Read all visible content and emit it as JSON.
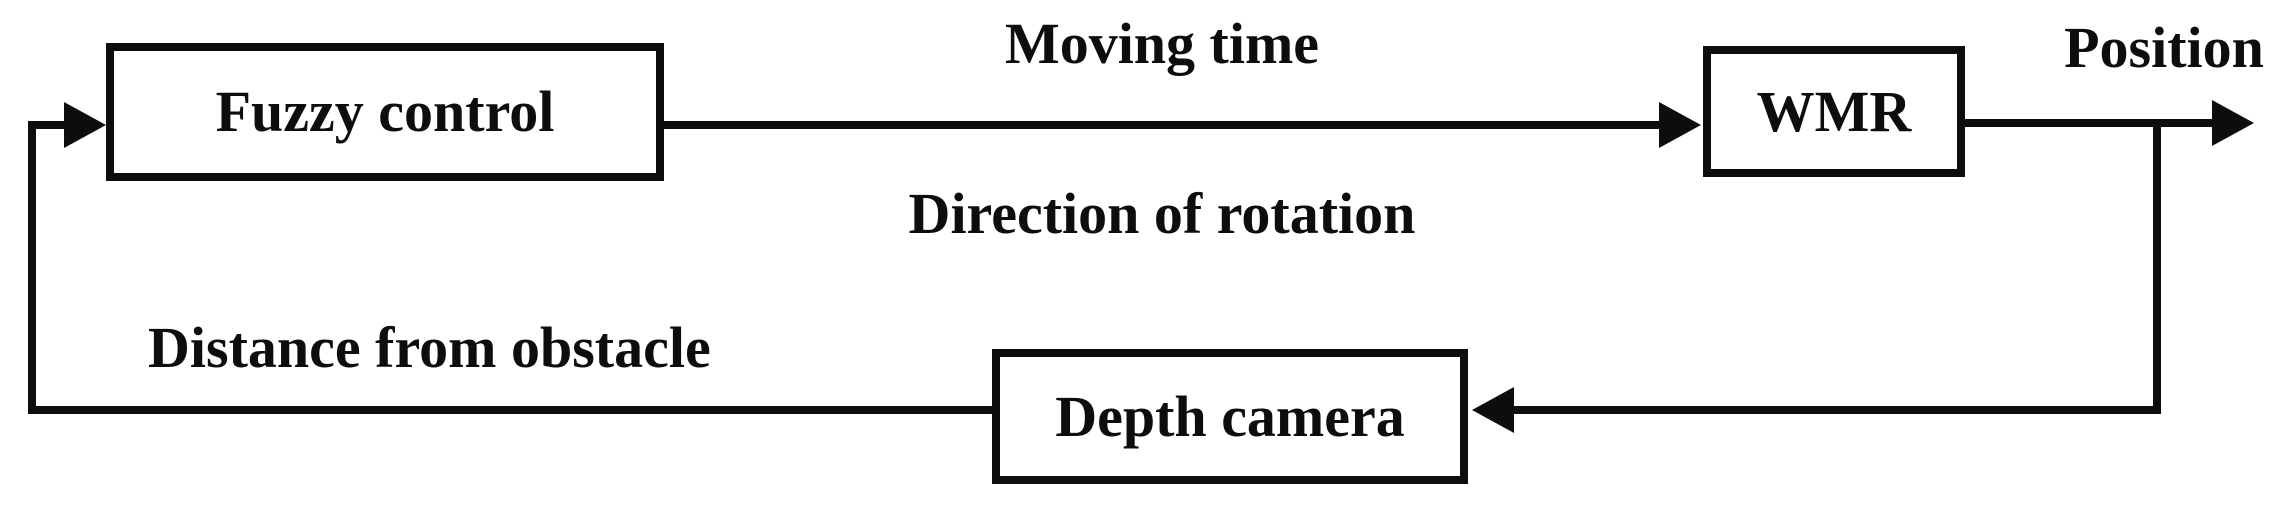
{
  "diagram": {
    "type": "control-loop-block-diagram",
    "colors": {
      "line": "#0d0d0d",
      "text": "#0d0d0d",
      "background": "#ffffff"
    },
    "nodes": [
      {
        "id": "fuzzy-control",
        "label": "Fuzzy control"
      },
      {
        "id": "wmr",
        "label": "WMR"
      },
      {
        "id": "depth-camera",
        "label": "Depth camera"
      }
    ],
    "edges": [
      {
        "from": "fuzzy-control",
        "to": "wmr",
        "labels": [
          "Moving time",
          "Direction of rotation"
        ]
      },
      {
        "from": "wmr",
        "to": "output",
        "label": "Position"
      },
      {
        "from": "wmr",
        "to": "depth-camera",
        "label": ""
      },
      {
        "from": "depth-camera",
        "to": "fuzzy-control",
        "label": "Distance from obstacle"
      }
    ]
  }
}
